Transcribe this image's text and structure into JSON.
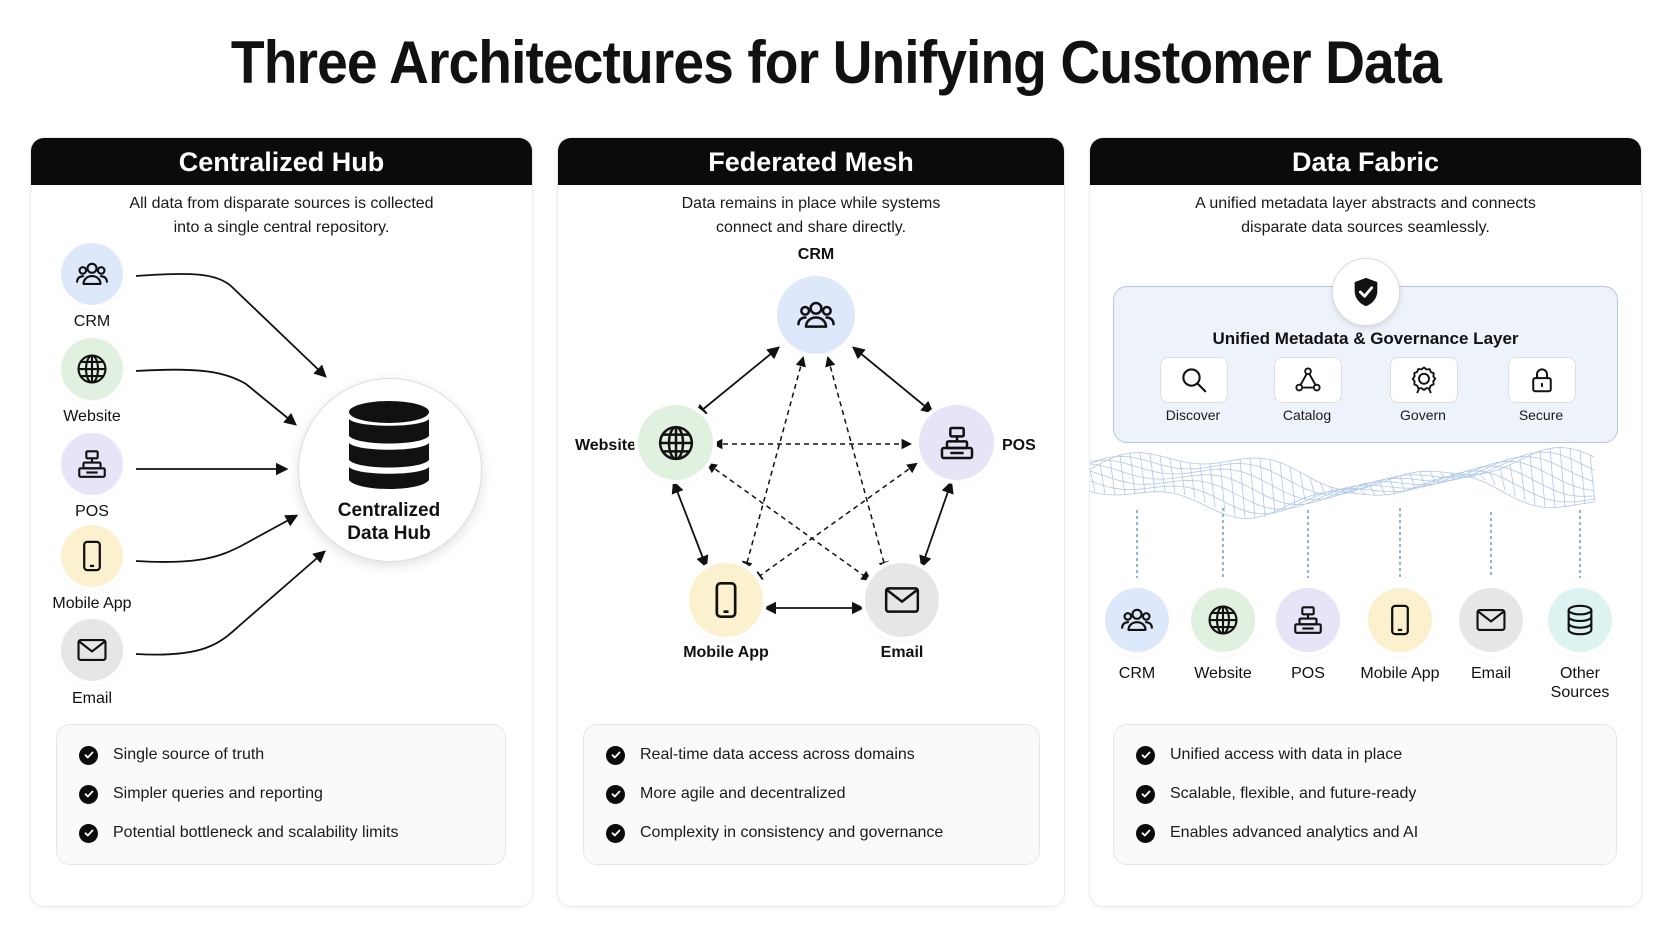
{
  "title": "Three Architectures for Unifying Customer Data",
  "icons": {
    "crm": "users-icon",
    "website": "globe-icon",
    "pos": "register-icon",
    "mobile": "smartphone-icon",
    "email": "envelope-icon",
    "other": "database-icon",
    "hub": "database-stack-icon",
    "governance": "shield-check-icon",
    "discover": "search-icon",
    "catalog": "network-icon",
    "govern": "award-icon",
    "secure": "lock-icon",
    "bullet": "check-circle-icon"
  },
  "colors": {
    "crm": "#dde8fb",
    "website": "#e0f1df",
    "pos": "#e8e3f6",
    "mobile": "#fbf1cf",
    "email": "#e6e6e6",
    "other": "#ddf3f2",
    "header": "#0b0b0b",
    "fabric_layer": "#eef2fa",
    "mesh_wave": "#6f9ad8"
  },
  "panels": {
    "hub": {
      "title": "Centralized Hub",
      "description": "All data from disparate sources is collected\ninto a single central repository.",
      "sources": [
        "CRM",
        "Website",
        "POS",
        "Mobile App",
        "Email"
      ],
      "hub_label": "Centralized\nData Hub",
      "benefits": [
        "Single source of truth",
        "Simpler queries and reporting",
        "Potential bottleneck and scalability limits"
      ]
    },
    "mesh": {
      "title": "Federated Mesh",
      "description": "Data remains in place while systems\nconnect and share directly.",
      "nodes": {
        "crm": "CRM",
        "website": "Website",
        "pos": "POS",
        "mobile": "Mobile App",
        "email": "Email"
      },
      "benefits": [
        "Real-time data access across domains",
        "More agile and decentralized",
        "Complexity in consistency and governance"
      ]
    },
    "fabric": {
      "title": "Data Fabric",
      "description": "A unified metadata layer abstracts and connects\ndisparate data sources seamlessly.",
      "layer_title": "Unified Metadata & Governance Layer",
      "tools": [
        "Discover",
        "Catalog",
        "Govern",
        "Secure"
      ],
      "sources": [
        "CRM",
        "Website",
        "POS",
        "Mobile App",
        "Email",
        "Other\nSources"
      ],
      "benefits": [
        "Unified access with data in place",
        "Scalable, flexible, and future-ready",
        "Enables advanced analytics and AI"
      ]
    }
  }
}
